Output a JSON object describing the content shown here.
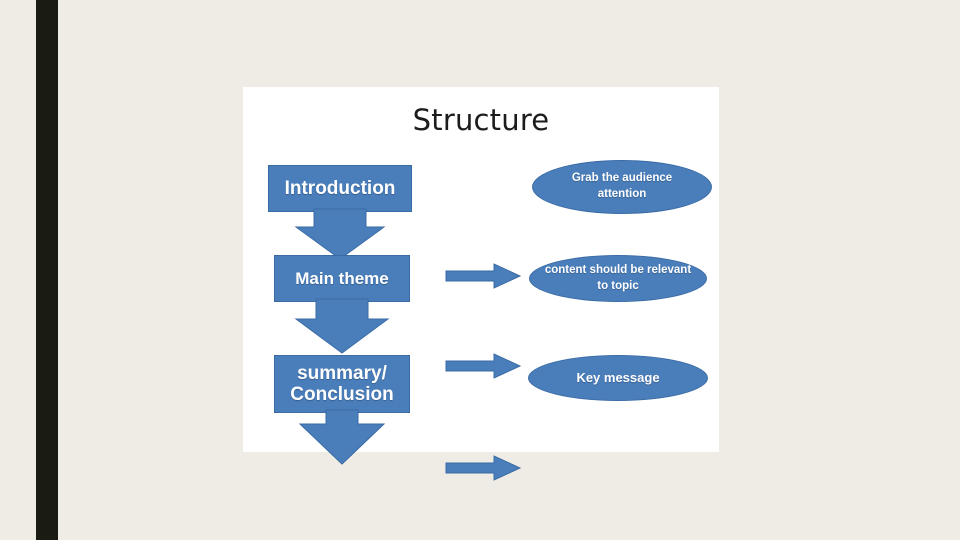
{
  "slide": {
    "title": "Structure",
    "background_color": "#EEECE4",
    "card_color": "#FFFFFF",
    "accent_color": "#4A7EBB",
    "accent_stroke_color": "#3A6BA5",
    "sidebar_color": "#1A1C11"
  },
  "diagram": {
    "type": "flowchart",
    "steps": [
      {
        "id": "introduction",
        "box_label": "Introduction",
        "arrow": "right-arrow-icon",
        "outcome_label": "Grab the audience attention",
        "outcome_shape": "ellipse",
        "down_arrow": "down-arrow-icon"
      },
      {
        "id": "main-theme",
        "box_label": "Main theme",
        "arrow": "right-arrow-icon",
        "outcome_label": "content should be relevant to topic",
        "outcome_shape": "ellipse",
        "down_arrow": "down-arrow-icon"
      },
      {
        "id": "summary-conclusion",
        "box_label": "summary/\nConclusion",
        "box_label_line1": "summary/",
        "box_label_line2": "Conclusion",
        "arrow": "right-arrow-icon",
        "outcome_label": "Key message",
        "outcome_shape": "ellipse",
        "down_arrow": "down-arrow-icon"
      }
    ]
  }
}
